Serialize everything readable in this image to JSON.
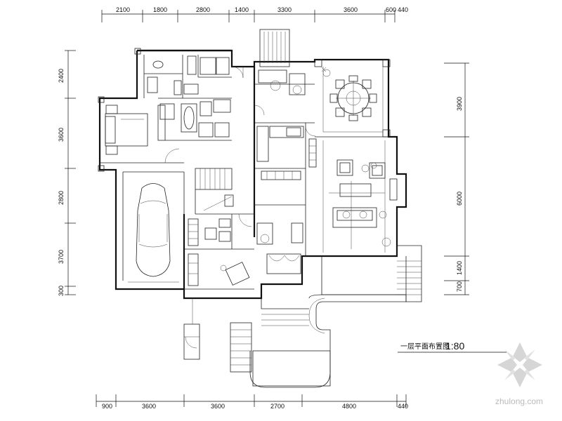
{
  "dimensions": {
    "top": [
      "2100",
      "1800",
      "2800",
      "1400",
      "3300",
      "3600",
      "600",
      "440"
    ],
    "bottom": [
      "900",
      "3600",
      "3600",
      "2700",
      "4800",
      "440"
    ],
    "left": [
      "2400",
      "3600",
      "2800",
      "3700",
      "300"
    ],
    "right": [
      "3900",
      "6000",
      "1400",
      "700"
    ]
  },
  "title": {
    "label": "一层平面布置图",
    "scale": "1:80"
  },
  "watermark": {
    "text": "zhulong.com"
  },
  "colors": {
    "line": "#111111",
    "watermark": "#bbbbbb"
  }
}
